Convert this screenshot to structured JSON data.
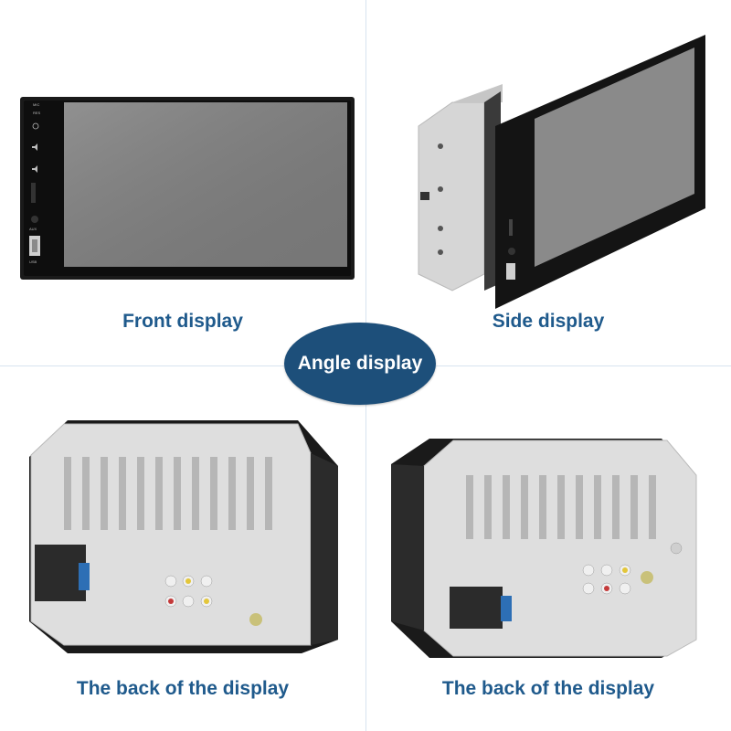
{
  "badge": {
    "label": "Angle display",
    "color": "#1d4f7a"
  },
  "panels": {
    "front": {
      "caption": "Front display"
    },
    "side": {
      "caption": "Side display"
    },
    "back_left": {
      "caption": "The back of the display"
    },
    "back_right": {
      "caption": "The back of the display"
    }
  },
  "device_labels": {
    "mic": "MIC",
    "res": "RES",
    "aux": "AUX",
    "usb": "USB"
  },
  "colors": {
    "caption": "#1f5a8c",
    "divider": "#d7e3ef",
    "screen": "#7a7a7a",
    "chassis": "#dcdcdc"
  }
}
